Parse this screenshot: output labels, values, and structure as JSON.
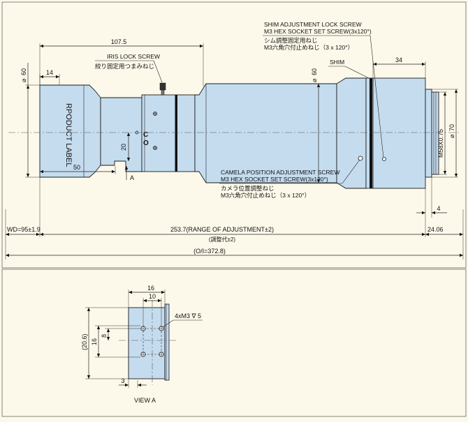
{
  "main_view": {
    "dims": {
      "overall_length": "107.5",
      "front_diameter": "60",
      "front_length": "14",
      "rear_diameter": "60",
      "iris_offset": "50",
      "height_20": "20",
      "shim_offset": "34",
      "mount_thread": "M58X0.75",
      "mount_diameter": "70",
      "mount_flange": "4",
      "wd": "WD=95±1.9",
      "range": "253.7(RANGE OF ADJUSTMENT±2)",
      "range_jp": "(調整代±2)",
      "flange_back": "24.06",
      "total": "(O/I=372.8)"
    },
    "labels": {
      "product_label": "RPODUCT LABEL",
      "iris_lock_screw_en": "IRIS  LOCK SCREW",
      "iris_lock_screw_jp": "絞り固定用つまみねじ",
      "shim_lock_screw_en1": "SHIM ADJUSTMENT LOCK SCREW",
      "shim_lock_screw_en2": "M3 HEX SOCKET SET SCREW(3x120°)",
      "shim_lock_screw_jp1": "シム調整固定用ねじ",
      "shim_lock_screw_jp2": "M3六角穴付止めねじ（3 x 120°）",
      "shim": "SHIM",
      "camera_screw_en1": "CAMELA POSITION ADJUSTMENT SCREW",
      "camera_screw_en2": "M3 HEX SOCKET SET SCREW(3x120°)",
      "camera_screw_jp1": "カメラ位置調整ねじ",
      "camera_screw_jp2": "M3六角穴付止めねじ（3 x 120°）",
      "c_mark": "C",
      "o_mark": "O",
      "arrow_a": "A"
    }
  },
  "view_a": {
    "title": "VIEW A",
    "dims": {
      "width_outer": "16",
      "width_inner": "10",
      "height_outer": "(20.6)",
      "height_mid": "16",
      "height_inner": "8",
      "offset_3": "3"
    },
    "screw_note": "4xM3 ∇ 5"
  },
  "colors": {
    "background": "#fdf9ea",
    "body_fill": "#c5dcef"
  }
}
